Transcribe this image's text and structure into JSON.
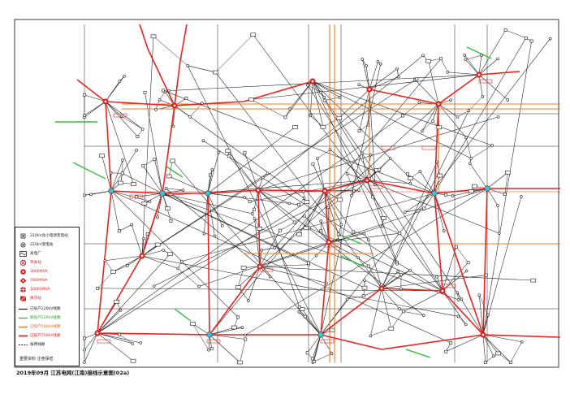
{
  "title": "2019年09月 江苏电网(江南)接线示意图(02a)",
  "legend": {
    "items": [
      {
        "label": "220kV含小电源变电站"
      },
      {
        "label": "220kV变电站"
      },
      {
        "label": "发电厂"
      },
      {
        "label": "开关站"
      },
      {
        "label": "3000MVA"
      },
      {
        "label": "7000MVA"
      },
      {
        "label": "10000MVA"
      },
      {
        "label": "换流站"
      },
      {
        "label": "已投产220kV线路"
      },
      {
        "label": "新投产220kV线路"
      },
      {
        "label": "已投产500kV线路"
      },
      {
        "label": "已投产750kV线路"
      },
      {
        "label": "备用线路"
      }
    ],
    "note": "重要资料 注意保密"
  },
  "colors": {
    "line_black": "#1a1a1a",
    "line_red": "#e8231f",
    "line_orange": "#f07a1e",
    "line_green": "#2fbf3a",
    "node_cyan": "#35c6d8",
    "node_red": "#e0201e",
    "frame": "#3a3a3a"
  }
}
